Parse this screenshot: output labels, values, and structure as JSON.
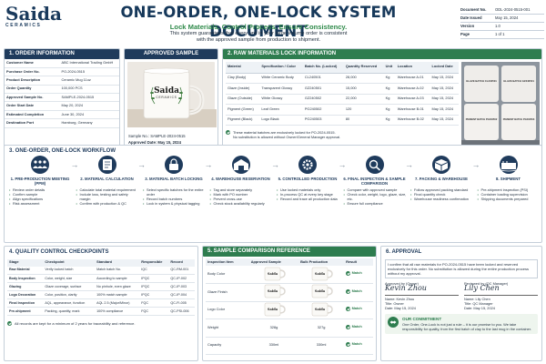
{
  "header": {
    "brand": "Saida",
    "brand_sub": "CERAMICS",
    "title": "ONE-ORDER, ONE-LOCK SYSTEM DOCUMENT",
    "tagline": "Lock Materials. Control Process. Ensure Consistency.",
    "intro_1": "This system guarantees that every unit in your large volume order is consistent",
    "intro_2": "with the approved sample from production to shipment."
  },
  "meta": [
    {
      "label": "Document No.",
      "value": "ODL-2024-0515-001"
    },
    {
      "label": "Date Issued",
      "value": "May 15, 2024"
    },
    {
      "label": "Version",
      "value": "1.0"
    },
    {
      "label": "Page",
      "value": "1 of 1"
    }
  ],
  "order": {
    "title": "1. ORDER INFORMATION",
    "rows": [
      {
        "k": "Customer Name",
        "v": "ABC International Trading GmbH"
      },
      {
        "k": "Purchase Order No.",
        "v": "PO-2024-0515"
      },
      {
        "k": "Product Description",
        "v": "Ceramic Mug 11oz"
      },
      {
        "k": "Order Quantity",
        "v": "100,000 PCS"
      },
      {
        "k": "Approved Sample No.",
        "v": "SAMPLE-2024-0515"
      },
      {
        "k": "Order Start Date",
        "v": "May 20, 2024"
      },
      {
        "k": "Estimated Completion",
        "v": "June 30, 2024"
      },
      {
        "k": "Destination Port",
        "v": "Hamburg, Germany"
      }
    ]
  },
  "sample": {
    "title": "APPROVED SAMPLE",
    "mug_brand": "Saida",
    "mug_sub": "CERAMICS",
    "sample_no": "Sample No.: SAMPLE-2024-0515",
    "approved_date": "Approved Date: May 15, 2024"
  },
  "materials": {
    "title": "2. RAW MATERIALS LOCK INFORMATION",
    "headers": [
      "Material",
      "Specification / Color",
      "Batch No. (Locked)",
      "Quantity Reserved",
      "Unit",
      "Location",
      "Locked Date"
    ],
    "rows": [
      [
        "Clay (Body)",
        "White Ceramic Body",
        "CL240501",
        "28,000",
        "Kg",
        "Warehouse A-01",
        "May 15, 2024"
      ],
      [
        "Glaze (Inside)",
        "Transparent Glossy",
        "GZ240501",
        "15,000",
        "Kg",
        "Warehouse A-02",
        "May 15, 2024"
      ],
      [
        "Glaze (Outside)",
        "White Glossy",
        "GZ240502",
        "22,000",
        "Kg",
        "Warehouse A-03",
        "May 15, 2024"
      ],
      [
        "Pigment (Green)",
        "Leaf Green",
        "PG240502",
        "120",
        "Kg",
        "Warehouse B-01",
        "May 15, 2024"
      ],
      [
        "Pigment (Black)",
        "Logo Black",
        "PG240503",
        "80",
        "Kg",
        "Warehouse B-02",
        "May 15, 2024"
      ]
    ],
    "note_1": "These material batches are exclusively locked for PO-2024-0515.",
    "note_2": "No substitution is allowed without Owner/General Manager approval.",
    "sack_labels": [
      "GLAZE BATCH CL240501",
      "GLAZE BATCH GZ240501",
      "PIGMENT BATCH PG240502",
      "PIGMENT BATCH PG240503"
    ]
  },
  "workflow": {
    "title": "3. ONE-ORDER, ONE-LOCK WORKFLOW",
    "steps": [
      {
        "title": "1. PRE-PRODUCTION MEETING (PPM)",
        "items": [
          "Review order details",
          "Confirm sample",
          "Align specifications",
          "Risk assessment"
        ]
      },
      {
        "title": "2. MATERIAL CALCULATION",
        "items": [
          "Calculate total material requirement",
          "Include loss, testing and safety margin",
          "Confirm with production & QC"
        ]
      },
      {
        "title": "3. MATERIAL BATCH LOCKING",
        "items": [
          "Select specific batches for the entire order",
          "Record batch numbers",
          "Lock in system & physical tagging"
        ]
      },
      {
        "title": "4. WAREHOUSE RESERVATION",
        "items": [
          "Tag and store separately",
          "Mark with PO number",
          "Prevent cross-use",
          "Check stock availability regularly"
        ]
      },
      {
        "title": "5. CONTROLLED PRODUCTION",
        "items": [
          "Use locked materials only",
          "In-process QC at every key stage",
          "Record and trace all production data"
        ]
      },
      {
        "title": "6. FINAL INSPECTION & SAMPLE COMPARISON",
        "items": [
          "Compare with approved sample",
          "Check color, weight, logo, glaze, size, etc.",
          "Ensure full compliance"
        ]
      },
      {
        "title": "7. PACKING & WAREHOUSE",
        "items": [
          "Follow approved packing standard",
          "Final quantity check",
          "Warehouse readiness confirmation"
        ]
      },
      {
        "title": "8. SHIPMENT",
        "items": [
          "Pre-shipment inspection (PSI)",
          "Container loading supervision",
          "Shipping documents prepared"
        ]
      }
    ]
  },
  "qc": {
    "title": "4. QUALITY CONTROL CHECKPOINTS",
    "headers": [
      "Stage",
      "Checkpoint",
      "Standard",
      "Responsible",
      "Record"
    ],
    "rows": [
      [
        "Raw Material",
        "Verify locked batch",
        "Match batch No.",
        "IQC",
        "QC-RM-001"
      ],
      [
        "Body Inspection",
        "Color, weight, size",
        "According to sample",
        "IPQC",
        "QC-IP-002"
      ],
      [
        "Glazing",
        "Glaze coverage, surface",
        "No pinhole, even glaze",
        "IPQC",
        "QC-IP-003"
      ],
      [
        "Logo Decoration",
        "Color, position, clarity",
        "100% match sample",
        "IPQC",
        "QC-IP-004"
      ],
      [
        "Final Inspection",
        "AQL, appearance, function",
        "AQL 2.5 (Major/Minor)",
        "FQC",
        "QC-FI-005"
      ],
      [
        "Pre-shipment",
        "Packing, quantity, mark",
        "100% compliance",
        "FQC",
        "QC-PSI-006"
      ]
    ],
    "footnote": "All records are kept for a minimum of 2 years for traceability and reference."
  },
  "comparison": {
    "title": "5. SAMPLE COMPARISON REFERENCE",
    "headers": [
      "Inspection Item",
      "Approved Sample",
      "Bulk Production",
      "Result"
    ],
    "rows": [
      {
        "item": "Body Color",
        "approved": "",
        "bulk": "",
        "result": "Match"
      },
      {
        "item": "Glaze Finish",
        "approved": "",
        "bulk": "",
        "result": "Match"
      },
      {
        "item": "Logo Color",
        "approved": "",
        "bulk": "",
        "result": "Match"
      },
      {
        "item": "Weight",
        "approved": "328g",
        "bulk": "327g",
        "result": "Match"
      },
      {
        "item": "Capacity",
        "approved": "330ml",
        "bulk": "330ml",
        "result": "Match"
      }
    ]
  },
  "approval": {
    "title": "6. APPROVAL",
    "statement": "I confirm that all raw materials for PO-2024-0515 have been locked and reserved exclusively for this order. No substitution is allowed during the entire production process without my approval.",
    "owner_role": "Approved by (Owner)",
    "owner_sign": "Kevin Zhou",
    "owner_name": "Name: Kevin Zhou",
    "owner_title": "Title: Owner",
    "owner_date": "Date: May 15, 2024",
    "qc_role": "Reviewed by (QC Manager)",
    "qc_sign": "Lily Chen",
    "qc_name": "Name: Lily Chen",
    "qc_title": "Title: QC Manager",
    "qc_date": "Date: May 15, 2024",
    "commit_title": "OUR COMMITMENT",
    "commit_text": "One Order, One-Lock is not just a rule – it is our promise to you. We take responsibility for quality, from the first batch of clay to the last mug in the container."
  },
  "colors": {
    "navy": "#1f3b5c",
    "green": "#2e7d4f"
  }
}
